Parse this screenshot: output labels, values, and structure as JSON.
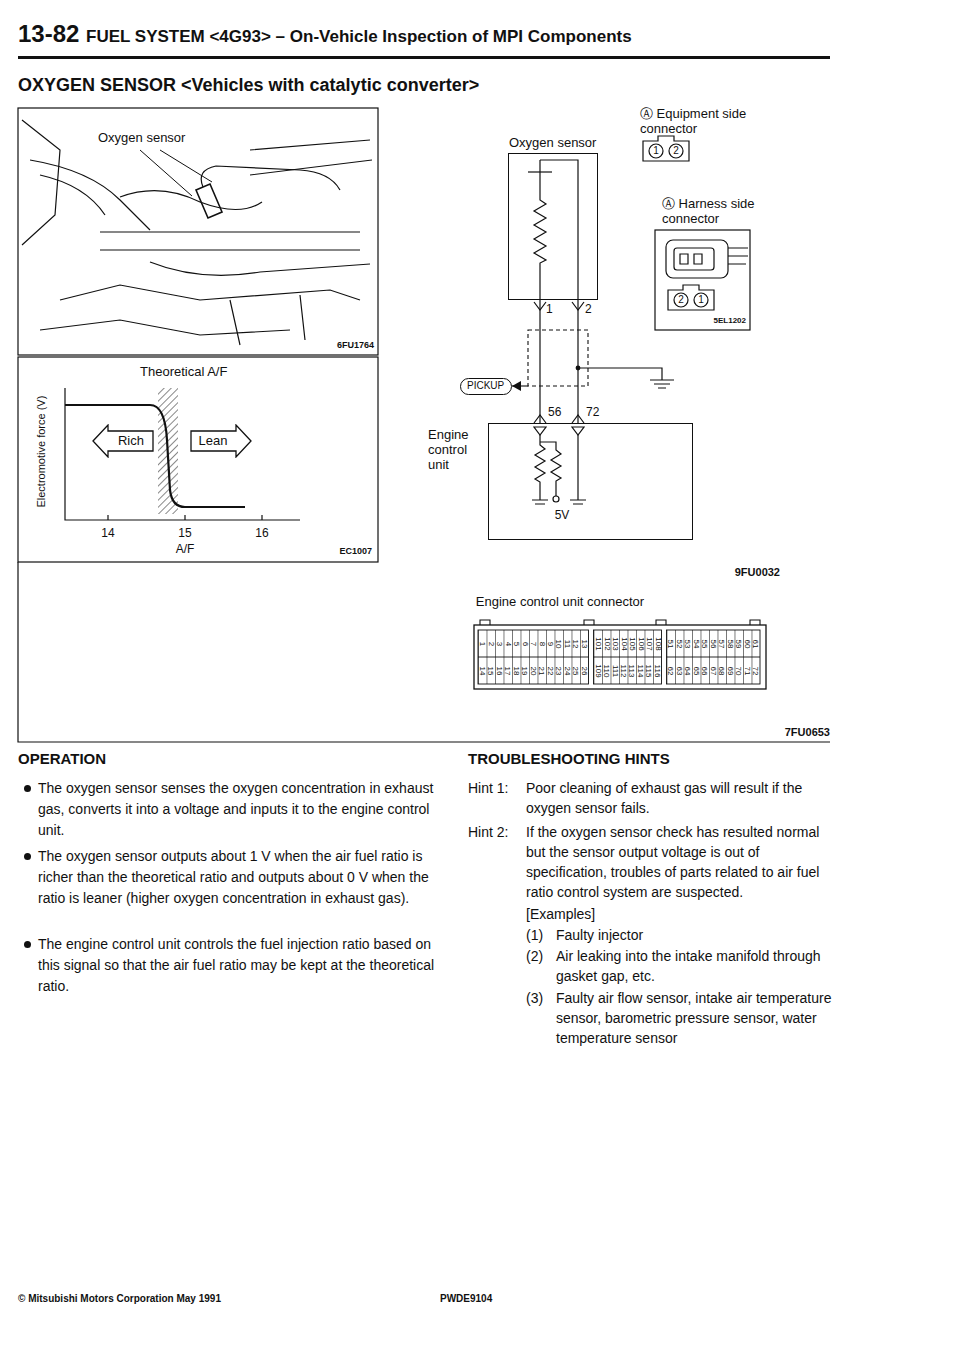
{
  "diagram": {
    "title": "OXYGEN SENSOR <Vehicles with catalytic converter>",
    "nodes": [
      {
        "text": [
          "Oxygen sensor"
        ]
      },
      {
        "text": [
          "Engine control unit"
        ]
      },
      {
        "text": [
          "PICKUP"
        ]
      },
      {
        "text": [
          "Rich"
        ]
      },
      {
        "text": [
          "Lean"
        ]
      }
    ],
    "edges": [
      {
        "from": 0,
        "to": 1,
        "arrow": "none"
      },
      {
        "from": 0,
        "to": 1,
        "arrow": "none"
      }
    ],
    "labels": [
      "13-82",
      "FUEL SYSTEM <4G93> – On-Vehicle Inspection of MPI Components",
      "Oxygen sensor",
      "6FU1764",
      "Theoretical A/F",
      "Electromotive force (V)",
      "14",
      "15",
      "16",
      "A/F",
      "EC1007",
      "Ⓐ Equipment side connector",
      "1",
      "2",
      "Ⓐ Harness side connector",
      "2",
      "1",
      "5EL1202",
      "1",
      "2",
      "56",
      "72",
      "5V",
      "9FU0032",
      "Engine control unit connector",
      "7FU0653",
      "OPERATION",
      "The oxygen sensor senses the oxygen concentration in exhaust gas, converts it into a voltage and inputs it to the engine control unit.",
      "The oxygen sensor outputs about 1 V when the air fuel ratio is richer than the theoretical ratio and outputs about 0 V when the ratio is leaner (higher oxygen concentration in exhaust gas).",
      "The engine control unit controls the fuel injection ratio based on this signal so that the air fuel ratio may be kept at the theoretical ratio.",
      "TROUBLESHOOTING HINTS",
      "Hint 1:",
      "Poor cleaning of exhaust gas will result if the oxygen sensor fails.",
      "Hint 2:",
      "If the oxygen sensor check has resulted normal but the sensor output voltage is out of specification, troubles of parts related to air fuel ratio control system are suspected.",
      "[Examples]",
      "(1)",
      "Faulty injector",
      "(2)",
      "Air leaking into the intake manifold through gasket gap, etc.",
      "(3)",
      "Faulty air flow sensor, intake air temperature sensor, barometric pressure sensor, water temperature sensor",
      "© Mitsubishi Motors Corporation May 1991",
      "PWDE9104",
      "1",
      "2",
      "3",
      "4",
      "5",
      "6",
      "7",
      "8",
      "9",
      "10",
      "11",
      "12",
      "13",
      "14",
      "15",
      "16",
      "17",
      "18",
      "19",
      "20",
      "21",
      "22",
      "23",
      "24",
      "25",
      "26",
      "101",
      "102",
      "103",
      "104",
      "105",
      "106",
      "107",
      "108",
      "109",
      "110",
      "111",
      "112",
      "113",
      "114",
      "115",
      "116",
      "51",
      "52",
      "53",
      "54",
      "55",
      "56",
      "57",
      "58",
      "59",
      "60",
      "61",
      "62",
      "63",
      "64",
      "65",
      "66",
      "67",
      "68",
      "69",
      "70",
      "71",
      "72"
    ]
  }
}
